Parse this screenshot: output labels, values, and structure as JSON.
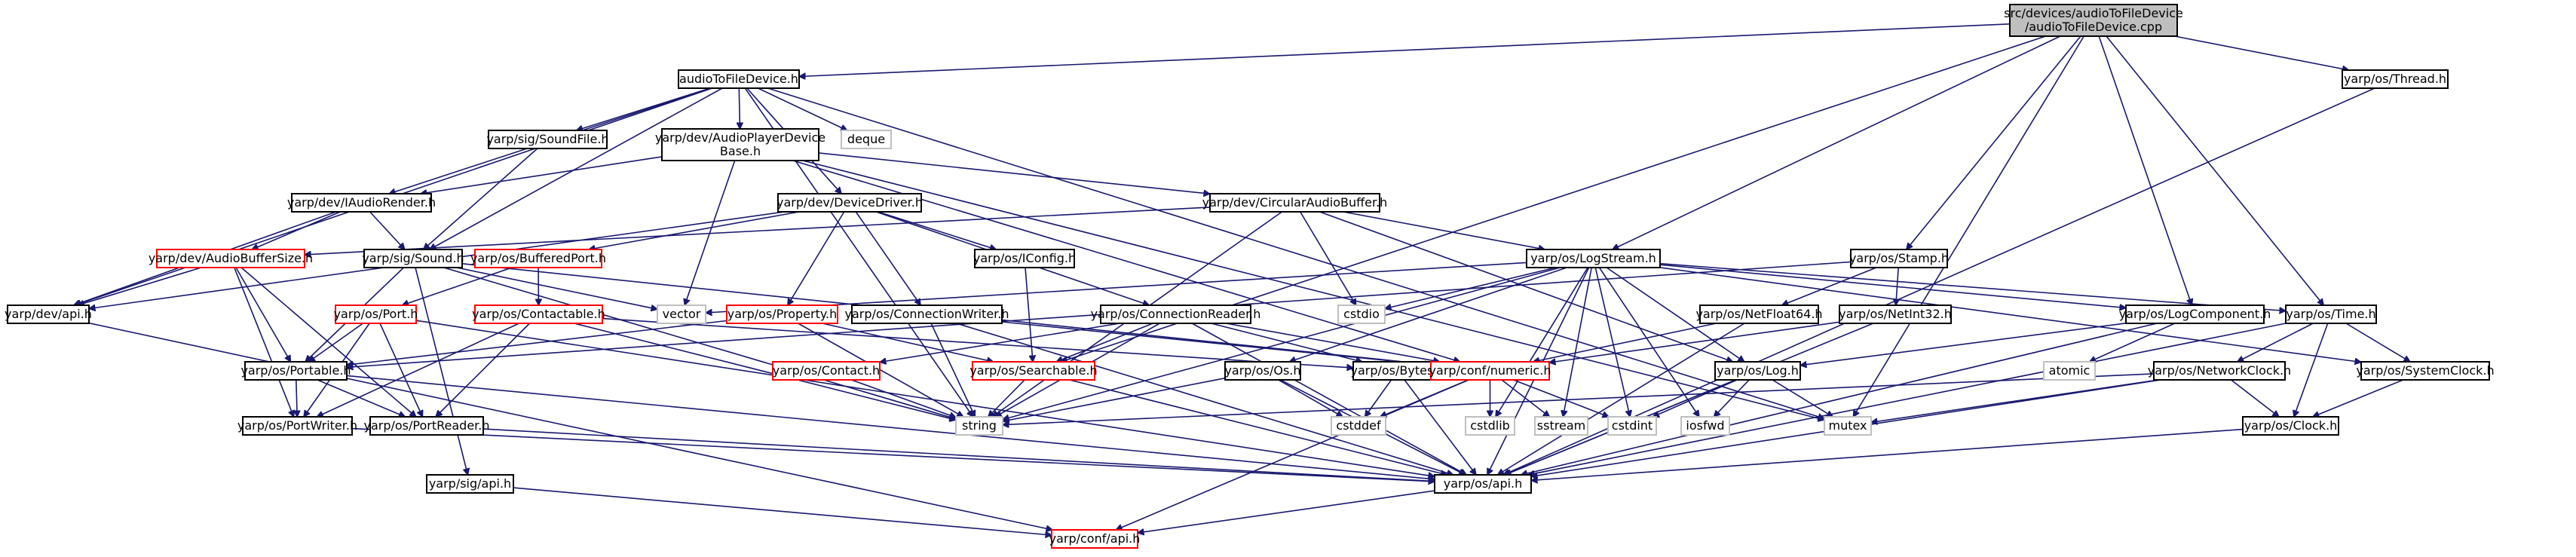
{
  "nodes": [
    {
      "id": "root",
      "lines": [
        "src/devices/audioToFileDevice",
        "/audioToFileDevice.cpp"
      ],
      "style": "root"
    },
    {
      "id": "audioToFileDevice_h",
      "lines": [
        "audioToFileDevice.h"
      ],
      "style": "black"
    },
    {
      "id": "thread_h",
      "lines": [
        "yarp/os/Thread.h"
      ],
      "style": "black"
    },
    {
      "id": "soundfile_h",
      "lines": [
        "yarp/sig/SoundFile.h"
      ],
      "style": "black"
    },
    {
      "id": "apdb_h",
      "lines": [
        "yarp/dev/AudioPlayerDevice",
        "Base.h"
      ],
      "style": "black"
    },
    {
      "id": "deque",
      "lines": [
        "deque"
      ],
      "style": "gray"
    },
    {
      "id": "iaudiorender_h",
      "lines": [
        "yarp/dev/IAudioRender.h"
      ],
      "style": "black"
    },
    {
      "id": "devicedriver_h",
      "lines": [
        "yarp/dev/DeviceDriver.h"
      ],
      "style": "black"
    },
    {
      "id": "circbuf_h",
      "lines": [
        "yarp/dev/CircularAudioBuffer.h"
      ],
      "style": "black"
    },
    {
      "id": "audiobuffersize_h",
      "lines": [
        "yarp/dev/AudioBufferSize.h"
      ],
      "style": "red"
    },
    {
      "id": "sound_h",
      "lines": [
        "yarp/sig/Sound.h"
      ],
      "style": "black"
    },
    {
      "id": "bufferedport_h",
      "lines": [
        "yarp/os/BufferedPort.h"
      ],
      "style": "red"
    },
    {
      "id": "iconfig_h",
      "lines": [
        "yarp/os/IConfig.h"
      ],
      "style": "black"
    },
    {
      "id": "logstream_h",
      "lines": [
        "yarp/os/LogStream.h"
      ],
      "style": "black"
    },
    {
      "id": "stamp_h",
      "lines": [
        "yarp/os/Stamp.h"
      ],
      "style": "black"
    },
    {
      "id": "devapi_h",
      "lines": [
        "yarp/dev/api.h"
      ],
      "style": "black"
    },
    {
      "id": "port_h",
      "lines": [
        "yarp/os/Port.h"
      ],
      "style": "red"
    },
    {
      "id": "contactable_h",
      "lines": [
        "yarp/os/Contactable.h"
      ],
      "style": "red"
    },
    {
      "id": "vector",
      "lines": [
        "vector"
      ],
      "style": "gray"
    },
    {
      "id": "property_h",
      "lines": [
        "yarp/os/Property.h"
      ],
      "style": "red"
    },
    {
      "id": "connwriter_h",
      "lines": [
        "yarp/os/ConnectionWriter.h"
      ],
      "style": "black"
    },
    {
      "id": "connreader_h",
      "lines": [
        "yarp/os/ConnectionReader.h"
      ],
      "style": "black"
    },
    {
      "id": "cstdio",
      "lines": [
        "cstdio"
      ],
      "style": "gray"
    },
    {
      "id": "netfloat64_h",
      "lines": [
        "yarp/os/NetFloat64.h"
      ],
      "style": "black"
    },
    {
      "id": "netint32_h",
      "lines": [
        "yarp/os/NetInt32.h"
      ],
      "style": "black"
    },
    {
      "id": "logcomponent_h",
      "lines": [
        "yarp/os/LogComponent.h"
      ],
      "style": "black"
    },
    {
      "id": "time_h",
      "lines": [
        "yarp/os/Time.h"
      ],
      "style": "black"
    },
    {
      "id": "portable_h",
      "lines": [
        "yarp/os/Portable.h"
      ],
      "style": "black"
    },
    {
      "id": "contact_h",
      "lines": [
        "yarp/os/Contact.h"
      ],
      "style": "red"
    },
    {
      "id": "searchable_h",
      "lines": [
        "yarp/os/Searchable.h"
      ],
      "style": "red"
    },
    {
      "id": "osos_h",
      "lines": [
        "yarp/os/Os.h"
      ],
      "style": "black"
    },
    {
      "id": "bytes_h",
      "lines": [
        "yarp/os/Bytes.h"
      ],
      "style": "black"
    },
    {
      "id": "numeric_h",
      "lines": [
        "yarp/conf/numeric.h"
      ],
      "style": "red"
    },
    {
      "id": "log_h",
      "lines": [
        "yarp/os/Log.h"
      ],
      "style": "black"
    },
    {
      "id": "atomic",
      "lines": [
        "atomic"
      ],
      "style": "gray"
    },
    {
      "id": "networkclock_h",
      "lines": [
        "yarp/os/NetworkClock.h"
      ],
      "style": "black"
    },
    {
      "id": "systemclock_h",
      "lines": [
        "yarp/os/SystemClock.h"
      ],
      "style": "black"
    },
    {
      "id": "portwriter_h",
      "lines": [
        "yarp/os/PortWriter.h"
      ],
      "style": "black"
    },
    {
      "id": "portreader_h",
      "lines": [
        "yarp/os/PortReader.h"
      ],
      "style": "black"
    },
    {
      "id": "string",
      "lines": [
        "string"
      ],
      "style": "gray"
    },
    {
      "id": "cstddef",
      "lines": [
        "cstddef"
      ],
      "style": "gray"
    },
    {
      "id": "cstdlib",
      "lines": [
        "cstdlib"
      ],
      "style": "gray"
    },
    {
      "id": "sstream",
      "lines": [
        "sstream"
      ],
      "style": "gray"
    },
    {
      "id": "cstdint",
      "lines": [
        "cstdint"
      ],
      "style": "gray"
    },
    {
      "id": "iosfwd",
      "lines": [
        "iosfwd"
      ],
      "style": "gray"
    },
    {
      "id": "mutex",
      "lines": [
        "mutex"
      ],
      "style": "gray"
    },
    {
      "id": "clock_h",
      "lines": [
        "yarp/os/Clock.h"
      ],
      "style": "black"
    },
    {
      "id": "sigapi_h",
      "lines": [
        "yarp/sig/api.h"
      ],
      "style": "black"
    },
    {
      "id": "osapi_h",
      "lines": [
        "yarp/os/api.h"
      ],
      "style": "black"
    },
    {
      "id": "confapi_h",
      "lines": [
        "yarp/conf/api.h"
      ],
      "style": "red"
    }
  ],
  "edges": [
    [
      "root",
      "audioToFileDevice_h"
    ],
    [
      "root",
      "thread_h"
    ],
    [
      "root",
      "logstream_h"
    ],
    [
      "root",
      "stamp_h"
    ],
    [
      "root",
      "logcomponent_h"
    ],
    [
      "root",
      "time_h"
    ],
    [
      "root",
      "mutex"
    ],
    [
      "root",
      "searchable_h"
    ],
    [
      "audioToFileDevice_h",
      "soundfile_h"
    ],
    [
      "audioToFileDevice_h",
      "apdb_h"
    ],
    [
      "audioToFileDevice_h",
      "deque"
    ],
    [
      "audioToFileDevice_h",
      "iaudiorender_h"
    ],
    [
      "audioToFileDevice_h",
      "devicedriver_h"
    ],
    [
      "audioToFileDevice_h",
      "sound_h"
    ],
    [
      "audioToFileDevice_h",
      "devapi_h"
    ],
    [
      "audioToFileDevice_h",
      "string"
    ],
    [
      "audioToFileDevice_h",
      "mutex"
    ],
    [
      "thread_h",
      "osapi_h"
    ],
    [
      "soundfile_h",
      "sound_h"
    ],
    [
      "apdb_h",
      "iaudiorender_h"
    ],
    [
      "apdb_h",
      "circbuf_h"
    ],
    [
      "apdb_h",
      "vector"
    ],
    [
      "apdb_h",
      "numeric_h"
    ],
    [
      "apdb_h",
      "mutex"
    ],
    [
      "iaudiorender_h",
      "sound_h"
    ],
    [
      "iaudiorender_h",
      "audiobuffersize_h"
    ],
    [
      "iaudiorender_h",
      "devapi_h"
    ],
    [
      "devicedriver_h",
      "iconfig_h"
    ],
    [
      "devicedriver_h",
      "bufferedport_h"
    ],
    [
      "devicedriver_h",
      "property_h"
    ],
    [
      "devicedriver_h",
      "connwriter_h"
    ],
    [
      "devicedriver_h",
      "connreader_h"
    ],
    [
      "devicedriver_h",
      "devapi_h"
    ],
    [
      "circbuf_h",
      "audiobuffersize_h"
    ],
    [
      "circbuf_h",
      "logstream_h"
    ],
    [
      "circbuf_h",
      "cstdio"
    ],
    [
      "circbuf_h",
      "string"
    ],
    [
      "circbuf_h",
      "log_h"
    ],
    [
      "audiobuffersize_h",
      "devapi_h"
    ],
    [
      "audiobuffersize_h",
      "portable_h"
    ],
    [
      "audiobuffersize_h",
      "portwriter_h"
    ],
    [
      "audiobuffersize_h",
      "portreader_h"
    ],
    [
      "sound_h",
      "portable_h"
    ],
    [
      "sound_h",
      "vector"
    ],
    [
      "sound_h",
      "string"
    ],
    [
      "sound_h",
      "numeric_h"
    ],
    [
      "sound_h",
      "sigapi_h"
    ],
    [
      "bufferedport_h",
      "contactable_h"
    ],
    [
      "bufferedport_h",
      "port_h"
    ],
    [
      "iconfig_h",
      "searchable_h"
    ],
    [
      "logstream_h",
      "vector"
    ],
    [
      "logstream_h",
      "cstdio"
    ],
    [
      "logstream_h",
      "string"
    ],
    [
      "logstream_h",
      "log_h"
    ],
    [
      "logstream_h",
      "osos_h"
    ],
    [
      "logstream_h",
      "cstdlib"
    ],
    [
      "logstream_h",
      "sstream"
    ],
    [
      "logstream_h",
      "cstdint"
    ],
    [
      "logstream_h",
      "iosfwd"
    ],
    [
      "logstream_h",
      "logcomponent_h"
    ],
    [
      "logstream_h",
      "time_h"
    ],
    [
      "logstream_h",
      "systemclock_h"
    ],
    [
      "logstream_h",
      "osapi_h"
    ],
    [
      "stamp_h",
      "netfloat64_h"
    ],
    [
      "stamp_h",
      "netint32_h"
    ],
    [
      "stamp_h",
      "portable_h"
    ],
    [
      "port_h",
      "portable_h"
    ],
    [
      "port_h",
      "portwriter_h"
    ],
    [
      "port_h",
      "portreader_h"
    ],
    [
      "port_h",
      "osapi_h"
    ],
    [
      "contactable_h",
      "portreader_h"
    ],
    [
      "contactable_h",
      "portwriter_h"
    ],
    [
      "contactable_h",
      "string"
    ],
    [
      "contactable_h",
      "bytes_h"
    ],
    [
      "property_h",
      "searchable_h"
    ],
    [
      "property_h",
      "string"
    ],
    [
      "property_h",
      "portable_h"
    ],
    [
      "connwriter_h",
      "string"
    ],
    [
      "connwriter_h",
      "numeric_h"
    ],
    [
      "connwriter_h",
      "osapi_h"
    ],
    [
      "connreader_h",
      "contact_h"
    ],
    [
      "connreader_h",
      "searchable_h"
    ],
    [
      "connreader_h",
      "bytes_h"
    ],
    [
      "connreader_h",
      "numeric_h"
    ],
    [
      "connreader_h",
      "string"
    ],
    [
      "connreader_h",
      "osapi_h"
    ],
    [
      "netfloat64_h",
      "numeric_h"
    ],
    [
      "netfloat64_h",
      "osapi_h"
    ],
    [
      "netint32_h",
      "numeric_h"
    ],
    [
      "netint32_h",
      "osapi_h"
    ],
    [
      "logcomponent_h",
      "log_h"
    ],
    [
      "logcomponent_h",
      "atomic"
    ],
    [
      "logcomponent_h",
      "osapi_h"
    ],
    [
      "time_h",
      "networkclock_h"
    ],
    [
      "time_h",
      "systemclock_h"
    ],
    [
      "time_h",
      "clock_h"
    ],
    [
      "time_h",
      "osapi_h"
    ],
    [
      "portable_h",
      "portwriter_h"
    ],
    [
      "portable_h",
      "portreader_h"
    ],
    [
      "portable_h",
      "osapi_h"
    ],
    [
      "contact_h",
      "string"
    ],
    [
      "searchable_h",
      "string"
    ],
    [
      "searchable_h",
      "osapi_h"
    ],
    [
      "osos_h",
      "string"
    ],
    [
      "osos_h",
      "cstddef"
    ],
    [
      "osos_h",
      "osapi_h"
    ],
    [
      "bytes_h",
      "cstddef"
    ],
    [
      "bytes_h",
      "osapi_h"
    ],
    [
      "numeric_h",
      "cstddef"
    ],
    [
      "numeric_h",
      "cstdlib"
    ],
    [
      "numeric_h",
      "sstream"
    ],
    [
      "numeric_h",
      "cstdint"
    ],
    [
      "numeric_h",
      "confapi_h"
    ],
    [
      "log_h",
      "iosfwd"
    ],
    [
      "log_h",
      "mutex"
    ],
    [
      "log_h",
      "cstdint"
    ],
    [
      "log_h",
      "osapi_h"
    ],
    [
      "networkclock_h",
      "clock_h"
    ],
    [
      "networkclock_h",
      "mutex"
    ],
    [
      "networkclock_h",
      "string"
    ],
    [
      "networkclock_h",
      "osapi_h"
    ],
    [
      "systemclock_h",
      "clock_h"
    ],
    [
      "portwriter_h",
      "osapi_h"
    ],
    [
      "portreader_h",
      "osapi_h"
    ],
    [
      "clock_h",
      "osapi_h"
    ],
    [
      "sigapi_h",
      "confapi_h"
    ],
    [
      "devapi_h",
      "confapi_h"
    ],
    [
      "osapi_h",
      "confapi_h"
    ]
  ]
}
